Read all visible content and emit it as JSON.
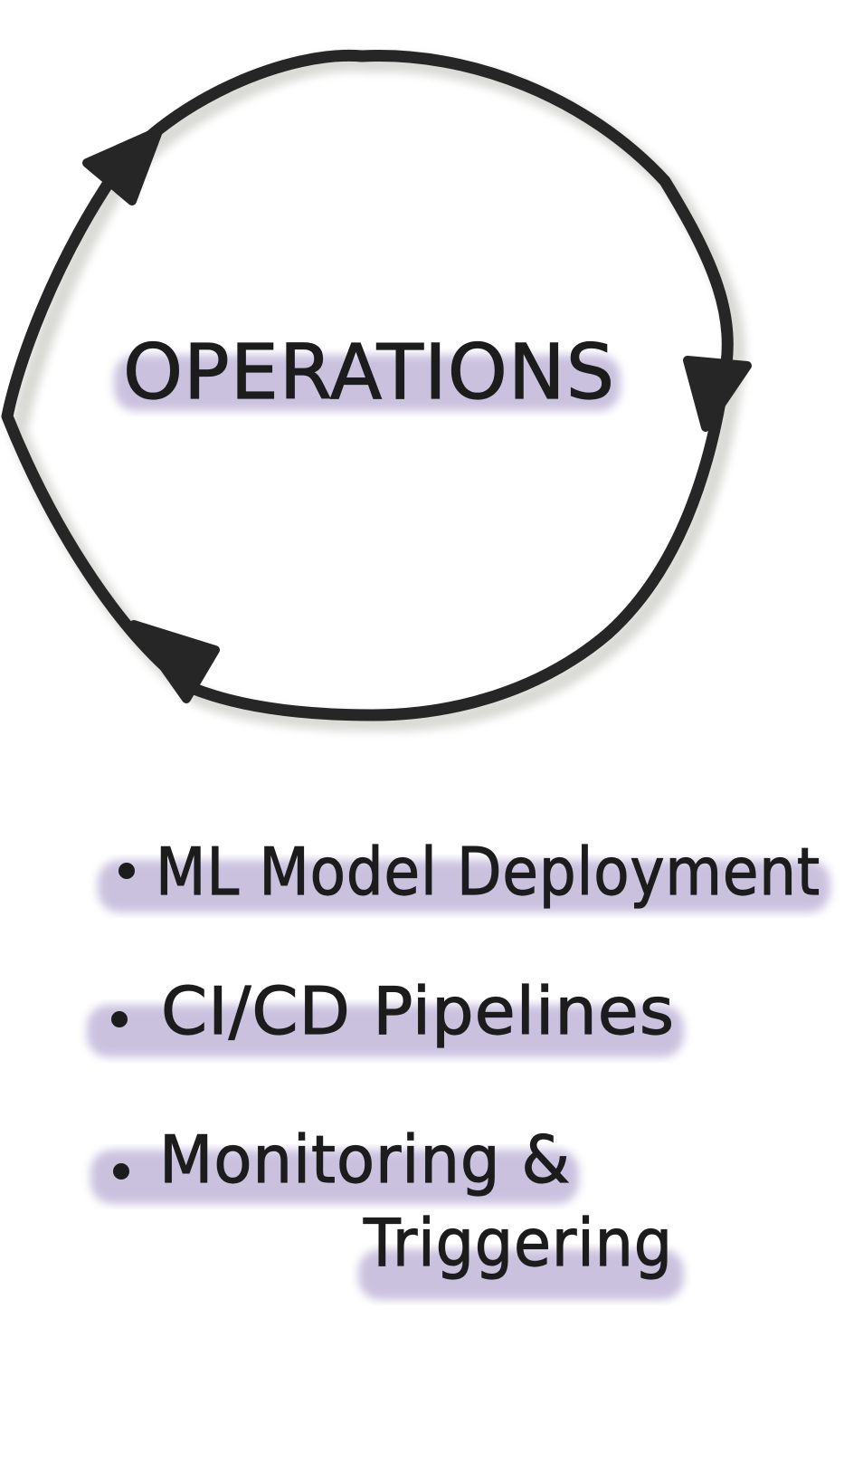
{
  "title": "OPERATIONS",
  "items": [
    {
      "lines": [
        "ML Model Deployment"
      ]
    },
    {
      "lines": [
        "CI/CD Pipelines"
      ]
    },
    {
      "lines": [
        "Monitoring &",
        "Triggering"
      ]
    }
  ],
  "colors": {
    "ink": "#1c1c1c",
    "highlight": "#8a78b8",
    "shadow": "#d9d9d6",
    "background": "#ffffff"
  }
}
